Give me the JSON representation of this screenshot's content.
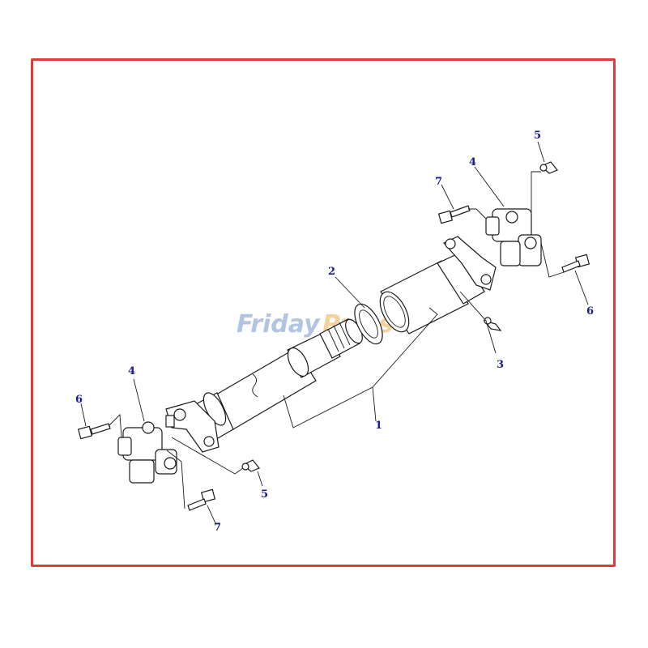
{
  "watermark": {
    "part1": "Friday",
    "part2": "Parts"
  },
  "colors": {
    "frame": "#e03b3b",
    "callout_text": "#1a1a8c",
    "watermark_blue": "#7ea0d0",
    "watermark_orange": "#f0b45a"
  },
  "callouts": {
    "c1": "1",
    "c2": "2",
    "c3": "3",
    "c4_right": "4",
    "c4_left": "4",
    "c5_right": "5",
    "c5_left": "5",
    "c6_right": "6",
    "c6_left": "6",
    "c7_right": "7",
    "c7_left": "7"
  }
}
